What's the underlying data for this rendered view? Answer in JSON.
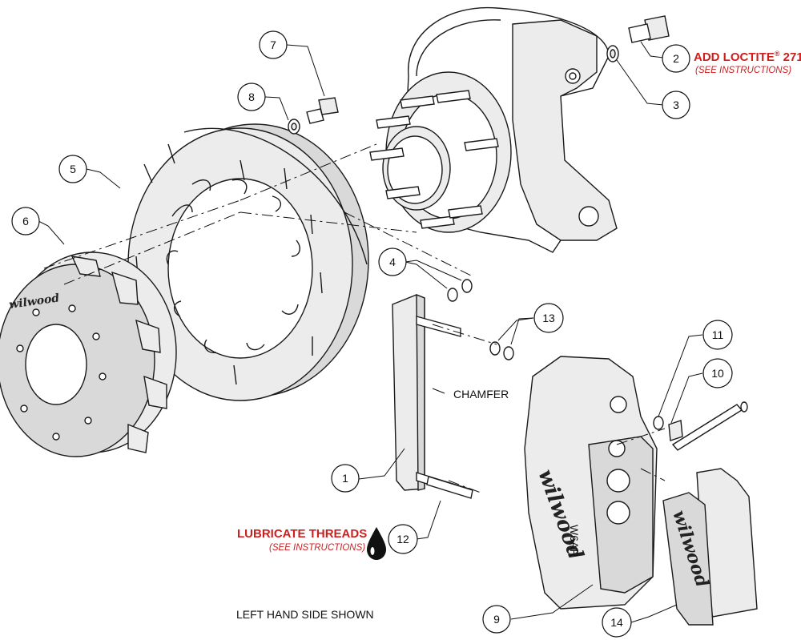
{
  "callouts": [
    "1",
    "2",
    "3",
    "4",
    "5",
    "6",
    "7",
    "8",
    "9",
    "10",
    "11",
    "12",
    "13",
    "14"
  ],
  "notes": {
    "loctite_prefix": "ADD LOCTITE",
    "loctite_reg": "®",
    "loctite_num": " 271",
    "loctite_sub": "(SEE INSTRUCTIONS)",
    "lubricate": "LUBRICATE THREADS",
    "lubricate_sub": "(SEE INSTRUCTIONS)",
    "chamfer": "CHAMFER",
    "left_hand": "LEFT HAND SIDE SHOWN"
  },
  "logos": {
    "hat": "wilwood",
    "caliper": "wilwood",
    "caliper_small": "W6AR",
    "pad": "wilwood"
  },
  "colors": {
    "accent_red": "#cc1f1f",
    "part_gray": "#d9d9d9"
  }
}
